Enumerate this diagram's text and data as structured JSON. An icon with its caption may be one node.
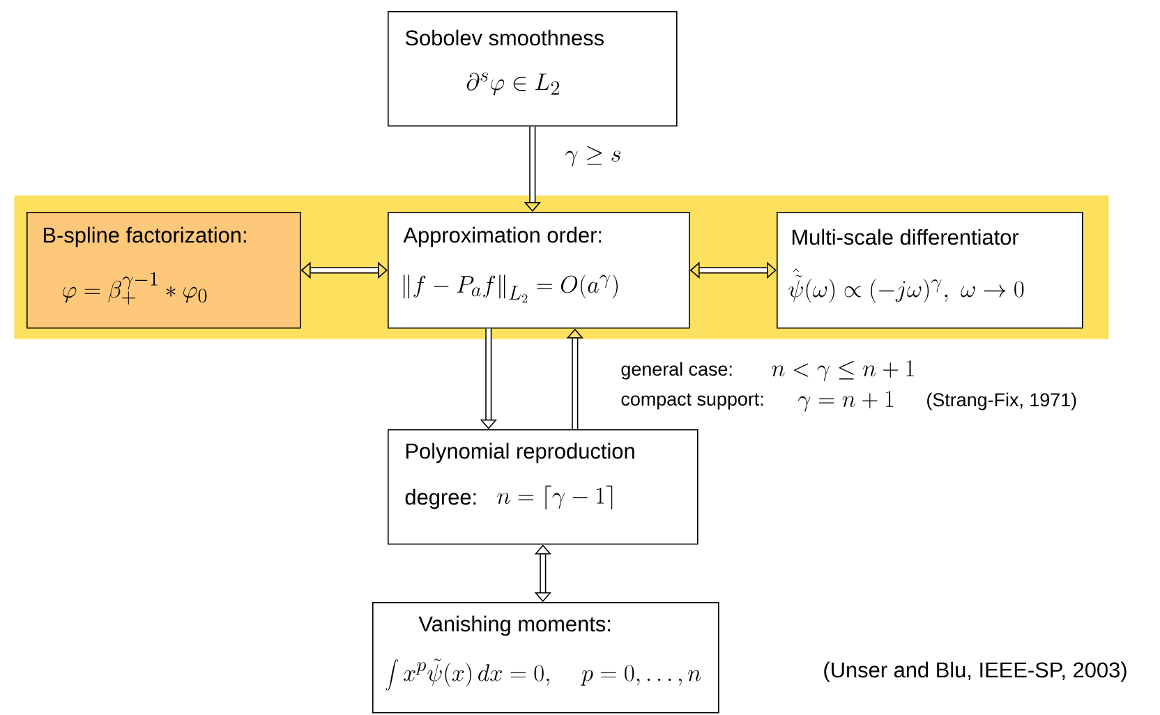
{
  "diagram": {
    "nodes": [
      {
        "text": [
          "Sobolev smoothness",
          "\\partial^{s}\\varphi \\in L_{2}"
        ]
      },
      {
        "text": [],
        "shape": "box"
      },
      {
        "text": [
          "B-spline factorization:",
          "\\varphi = \\beta_{+}^{\\gamma-1} * \\varphi_{0}"
        ],
        "in": 1
      },
      {
        "text": [
          "Approximation order:",
          "\\left\\| f - P_{a} f \\right\\|_{L_{2}} = O(a^{\\gamma})"
        ],
        "in": 1
      },
      {
        "text": [
          "Multi-scale differentiator",
          "\\hat{\\tilde{\\psi}}(\\omega) \\propto (-j\\omega)^{\\gamma},\\ \\omega \\to 0"
        ],
        "in": 1
      },
      {
        "text": [
          "Polynomial reproduction",
          "degree:",
          "n = \\lceil \\gamma - 1 \\rceil"
        ]
      },
      {
        "text": [
          "Vanishing moments:",
          "\\int x^{p}\\tilde{\\psi}(x)\\,dx = 0,\\quad p = 0,\\ldots,n"
        ]
      }
    ],
    "edges": [
      {
        "from": 0,
        "to": 3,
        "arrow": "to",
        "label": "\\gamma \\ge s"
      },
      {
        "from": 2,
        "to": 3,
        "arrow": "both"
      },
      {
        "from": 3,
        "to": 4,
        "arrow": "both"
      },
      {
        "from": 3,
        "to": 5,
        "arrow": "to"
      },
      {
        "from": 5,
        "to": 3,
        "arrow": "to"
      },
      {
        "from": 5,
        "to": 6,
        "arrow": "both"
      }
    ],
    "labels": [
      "general case:",
      "n < \\gamma \\le n+1",
      "compact support:",
      "\\gamma = n+1",
      "(Strang-Fix, 1971)",
      "(Unser and Blu, IEEE-SP, 2003)"
    ]
  }
}
